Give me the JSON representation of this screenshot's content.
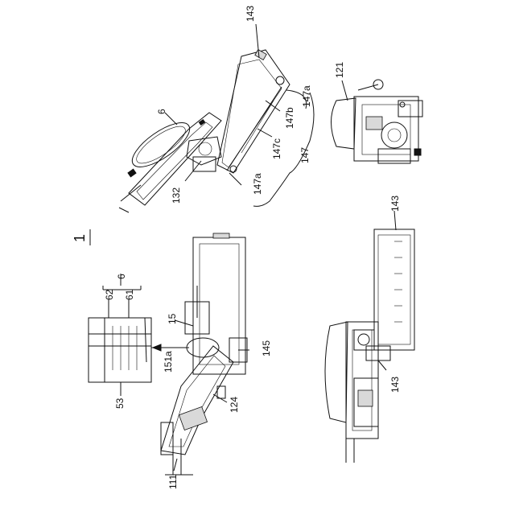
{
  "figure": {
    "number": "1",
    "labels": {
      "top_a": "143",
      "top_b": "6",
      "top_c": "147a",
      "top_d": "147b",
      "top_e": "147c",
      "top_f": "147",
      "top_g": "147a",
      "top_h": "132",
      "right_top": "121",
      "lm_a": "62",
      "lm_b": "6",
      "lm_c": "61",
      "lm_d": "15",
      "lm_e": "53",
      "lm_f": "151a",
      "lm_g": "145",
      "lm_h": "124",
      "lm_i": "111",
      "rb_a": "143",
      "rb_b": "143"
    }
  }
}
